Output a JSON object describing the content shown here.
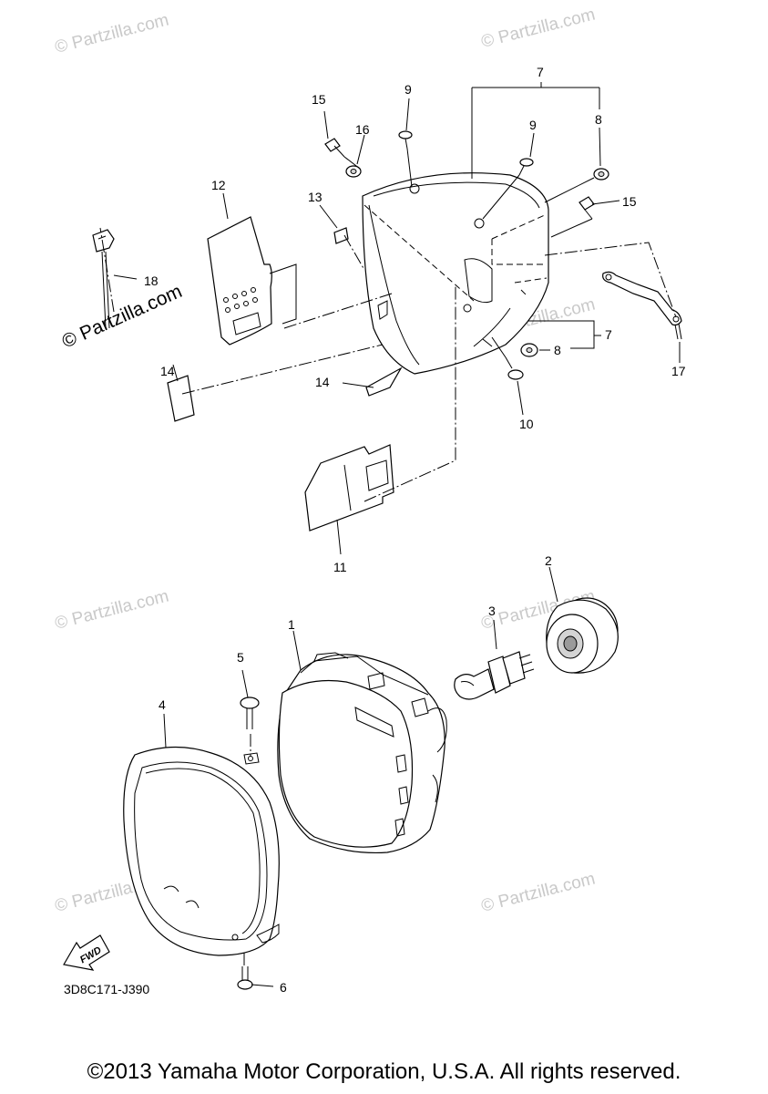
{
  "diagram": {
    "part_code": "3D8C171-J390",
    "fwd_label": "FWD",
    "watermark": "© Partzilla.com",
    "copyright": "©2013 Yamaha Motor Corporation, U.S.A. All rights reserved.",
    "callouts": {
      "c1": "1",
      "c2": "2",
      "c3": "3",
      "c4": "4",
      "c5": "5",
      "c6": "6",
      "c7a": "7",
      "c7b": "7",
      "c8a": "8",
      "c8b": "8",
      "c9a": "9",
      "c9b": "9",
      "c10": "10",
      "c11": "11",
      "c12": "12",
      "c13": "13",
      "c14a": "14",
      "c14b": "14",
      "c15a": "15",
      "c15b": "15",
      "c16": "16",
      "c17": "17",
      "c18": "18"
    }
  }
}
